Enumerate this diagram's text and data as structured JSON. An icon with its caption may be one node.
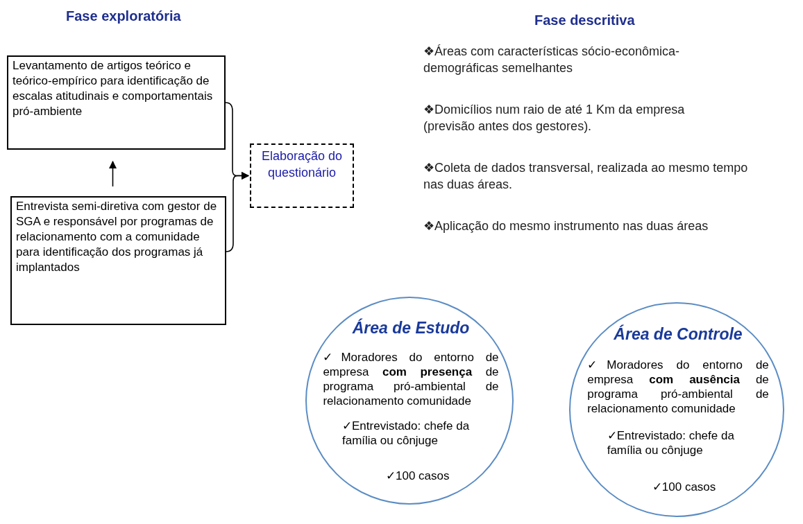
{
  "diagram": {
    "nodes": [
      {
        "text": [
          "Levantamento de artigos teórico e teórico-empírico para identificação de escalas atitudinais e comportamentais pró-ambiente"
        ]
      },
      {
        "text": [
          "Entrevista semi-diretiva com gestor de SGA e responsável por programas de relacionamento com a comunidade para identificação dos programas já implantados"
        ]
      },
      {
        "text": [
          "Elaboração do questionário"
        ]
      },
      {
        "text": [
          "Área de Estudo",
          "✓Moradores do entorno de empresa **com presença** de programa pró-ambiental de relacionamento comunidade",
          "✓Entrevistado: chefe da família ou cônjuge",
          "✓100 casos"
        ]
      },
      {
        "text": [
          "Área de Controle",
          "✓Moradores do entorno de empresa **com ausência** de programa pró-ambiental de relacionamento comunidade",
          "✓Entrevistado: chefe da família ou cônjuge",
          "✓100 casos"
        ]
      }
    ],
    "edges": [
      {
        "from": 1,
        "to": 0,
        "arrow": "to"
      },
      {
        "from": 0,
        "to": 2,
        "arrow": "to"
      },
      {
        "from": 1,
        "to": 2,
        "arrow": "to"
      }
    ],
    "labels": [
      "Fase exploratória",
      "Fase descritiva",
      "❖Áreas com características sócio-econômica-demográficas semelhantes",
      "❖Domicílios num raio de até 1 Km da empresa (previsão antes dos gestores).",
      "❖Coleta de dados transversal, realizada ao mesmo tempo nas duas áreas.",
      "❖Aplicação do mesmo instrumento nas duas áreas"
    ]
  }
}
